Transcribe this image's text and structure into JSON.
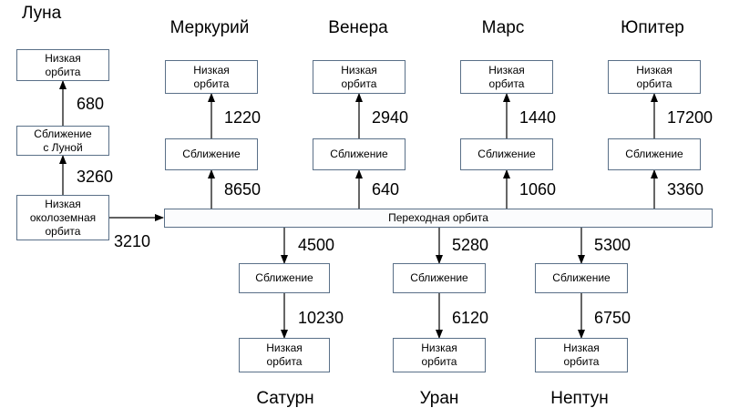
{
  "labels": {
    "low_orbit": "Низкая\nорбита",
    "flyby": "Сближение",
    "moon_flyby": "Сближение\nс Луной",
    "leo": "Низкая\nоколоземная\nорбита",
    "transfer_orbit": "Переходная орбита"
  },
  "planets": {
    "moon": "Луна",
    "mercury": "Меркурий",
    "venus": "Венера",
    "mars": "Марс",
    "jupiter": "Юпитер",
    "saturn": "Сатурн",
    "uranus": "Уран",
    "neptune": "Нептун"
  },
  "delta_v": {
    "moon_low_orbit": "680",
    "moon_flyby": "3260",
    "leo_to_transfer": "3210",
    "mercury_low_orbit": "1220",
    "mercury_flyby": "8650",
    "venus_low_orbit": "2940",
    "venus_flyby": "640",
    "mars_low_orbit": "1440",
    "mars_flyby": "1060",
    "jupiter_low_orbit": "17200",
    "jupiter_flyby": "3360",
    "saturn_flyby": "4500",
    "saturn_low_orbit": "10230",
    "uranus_flyby": "5280",
    "uranus_low_orbit": "6120",
    "neptune_flyby": "5300",
    "neptune_low_orbit": "6750"
  },
  "colors": {
    "box_border": "#5a7088",
    "arrow": "#000000"
  }
}
